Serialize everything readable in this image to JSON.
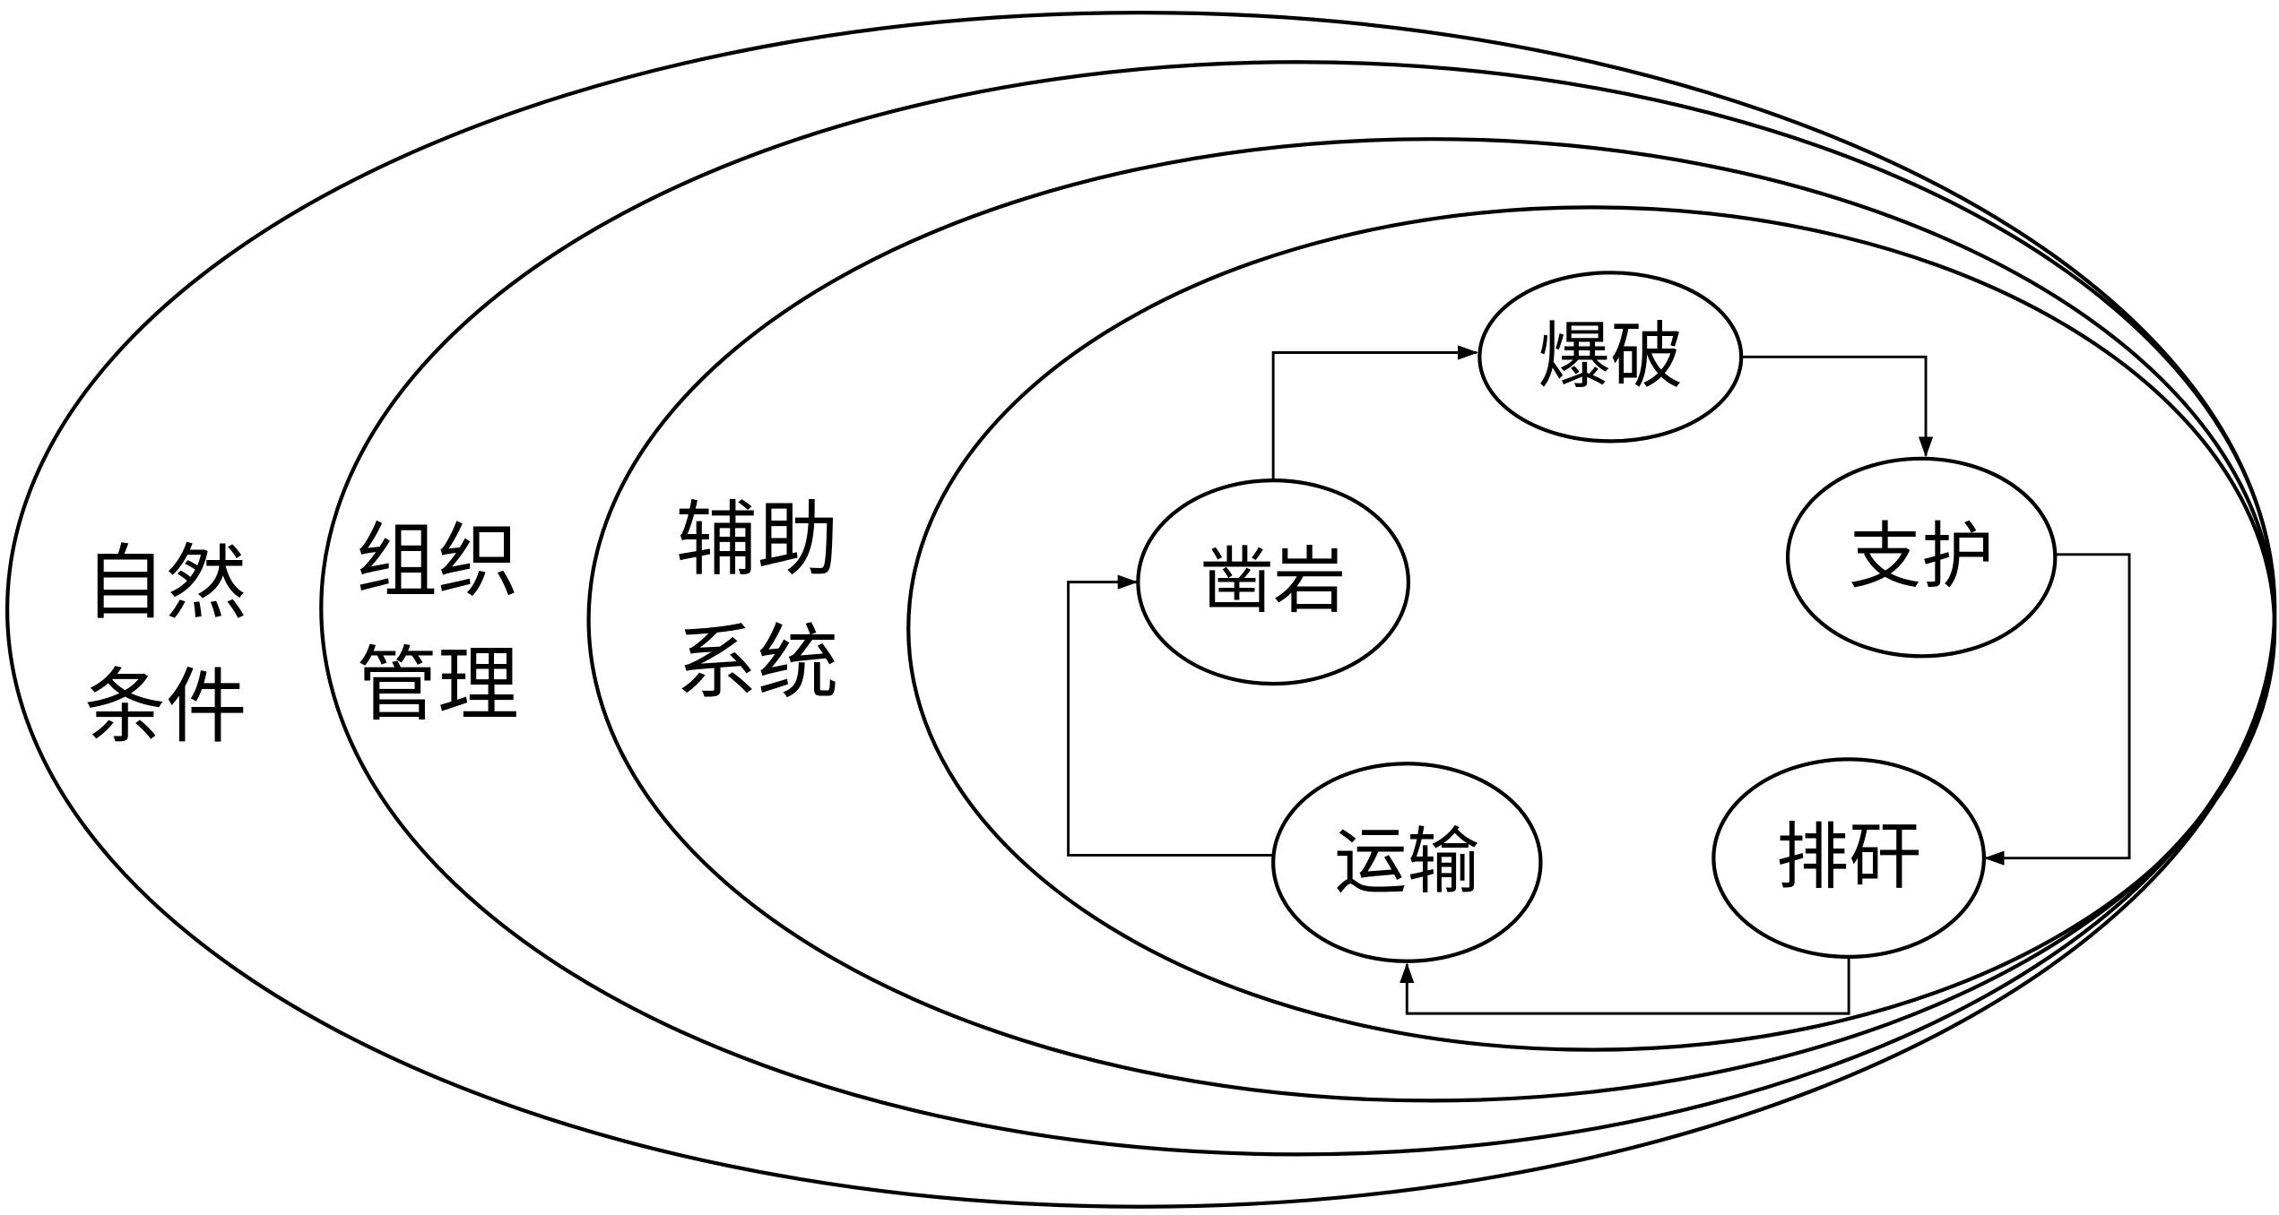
{
  "layers": [
    {
      "line1": "自然",
      "line2": "条件"
    },
    {
      "line1": "组织",
      "line2": "管理"
    },
    {
      "line1": "辅助",
      "line2": "系统"
    }
  ],
  "nodes": {
    "blasting": "爆破",
    "drilling": "凿岩",
    "support": "支护",
    "transport": "运输",
    "mucking": "排矸"
  },
  "colors": {
    "stroke": "#000000",
    "background": "#ffffff"
  }
}
